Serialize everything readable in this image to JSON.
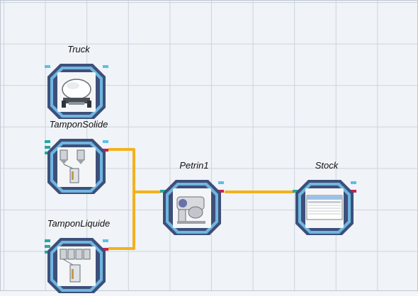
{
  "colors": {
    "frame_outer": "#3e4f79",
    "frame_ring": "#6fb6df",
    "frame_inner": "#3e4f79",
    "tile": "#f4f5f7",
    "port_input": "#27a7a1",
    "port_top": "#5bc0e8",
    "port_output": "#d11e4b",
    "link": "#f2b21c"
  },
  "nodes": [
    {
      "id": "truck",
      "label": "Truck",
      "icon": "tanker-truck-icon"
    },
    {
      "id": "tamponsolide",
      "label": "TamponSolide",
      "icon": "silo-tanks-icon"
    },
    {
      "id": "tamponliquide",
      "label": "TamponLiquide",
      "icon": "liquid-tanks-icon"
    },
    {
      "id": "petrin1",
      "label": "Petrin1",
      "icon": "dough-mixer-icon"
    },
    {
      "id": "stock",
      "label": "Stock",
      "icon": "storage-window-icon"
    }
  ],
  "links": [
    {
      "from": "tamponsolide",
      "to": "petrin1"
    },
    {
      "from": "tamponliquide",
      "to": "petrin1"
    },
    {
      "from": "petrin1",
      "to": "stock"
    }
  ]
}
